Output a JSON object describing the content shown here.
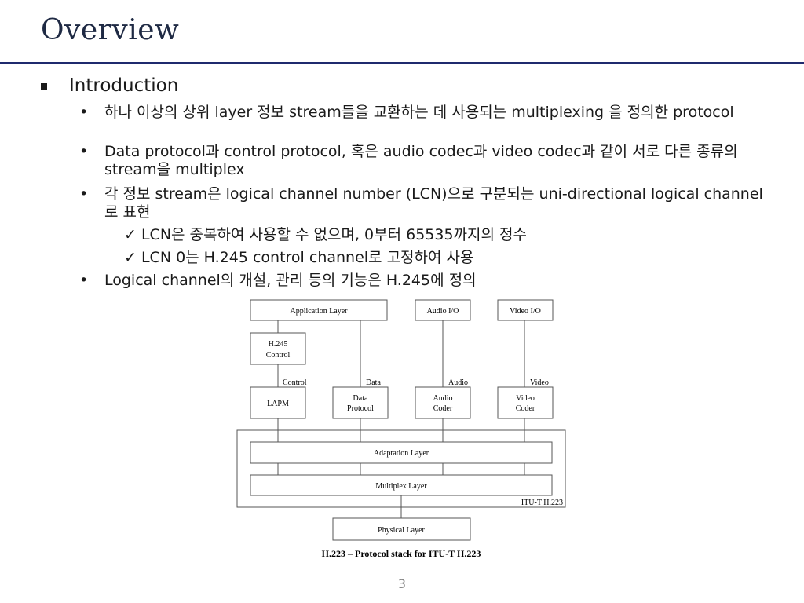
{
  "slide": {
    "title": "Overview",
    "page_number": "3"
  },
  "outline": {
    "heading": "Introduction",
    "bullets": [
      "하나 이상의 상위 layer 정보 stream들을 교환하는 데 사용되는 multiplexing 을 정의한 protocol",
      "Data protocol과 control protocol, 혹은 audio codec과 video codec과 같이 서로 다른 종류의 stream을 multiplex",
      "각 정보 stream은 logical channel number (LCN)으로 구분되는 uni-directional logical channel로 표현",
      "Logical channel의 개설, 관리 등의 기능은 H.245에 정의"
    ],
    "checks": [
      "LCN은 중복하여 사용할 수 없으며, 0부터 65535까지의 정수",
      "LCN 0는 H.245 control channel로 고정하여 사용"
    ]
  },
  "diagram": {
    "boxes": {
      "application_layer": "Application Layer",
      "audio_io": "Audio I/O",
      "video_io": "Video I/O",
      "h245_line1": "H.245",
      "h245_line2": "Control",
      "lapm": "LAPM",
      "data_protocol_line1": "Data",
      "data_protocol_line2": "Protocol",
      "audio_coder_line1": "Audio",
      "audio_coder_line2": "Coder",
      "video_coder_line1": "Video",
      "video_coder_line2": "Coder",
      "adaptation_layer": "Adaptation Layer",
      "multiplex_layer": "Multiplex Layer",
      "physical_layer": "Physical Layer"
    },
    "labels": {
      "control": "Control",
      "data": "Data",
      "audio": "Audio",
      "video": "Video",
      "itu": "ITU-T H.223"
    },
    "caption": "H.223 – Protocol stack for ITU-T H.223"
  }
}
